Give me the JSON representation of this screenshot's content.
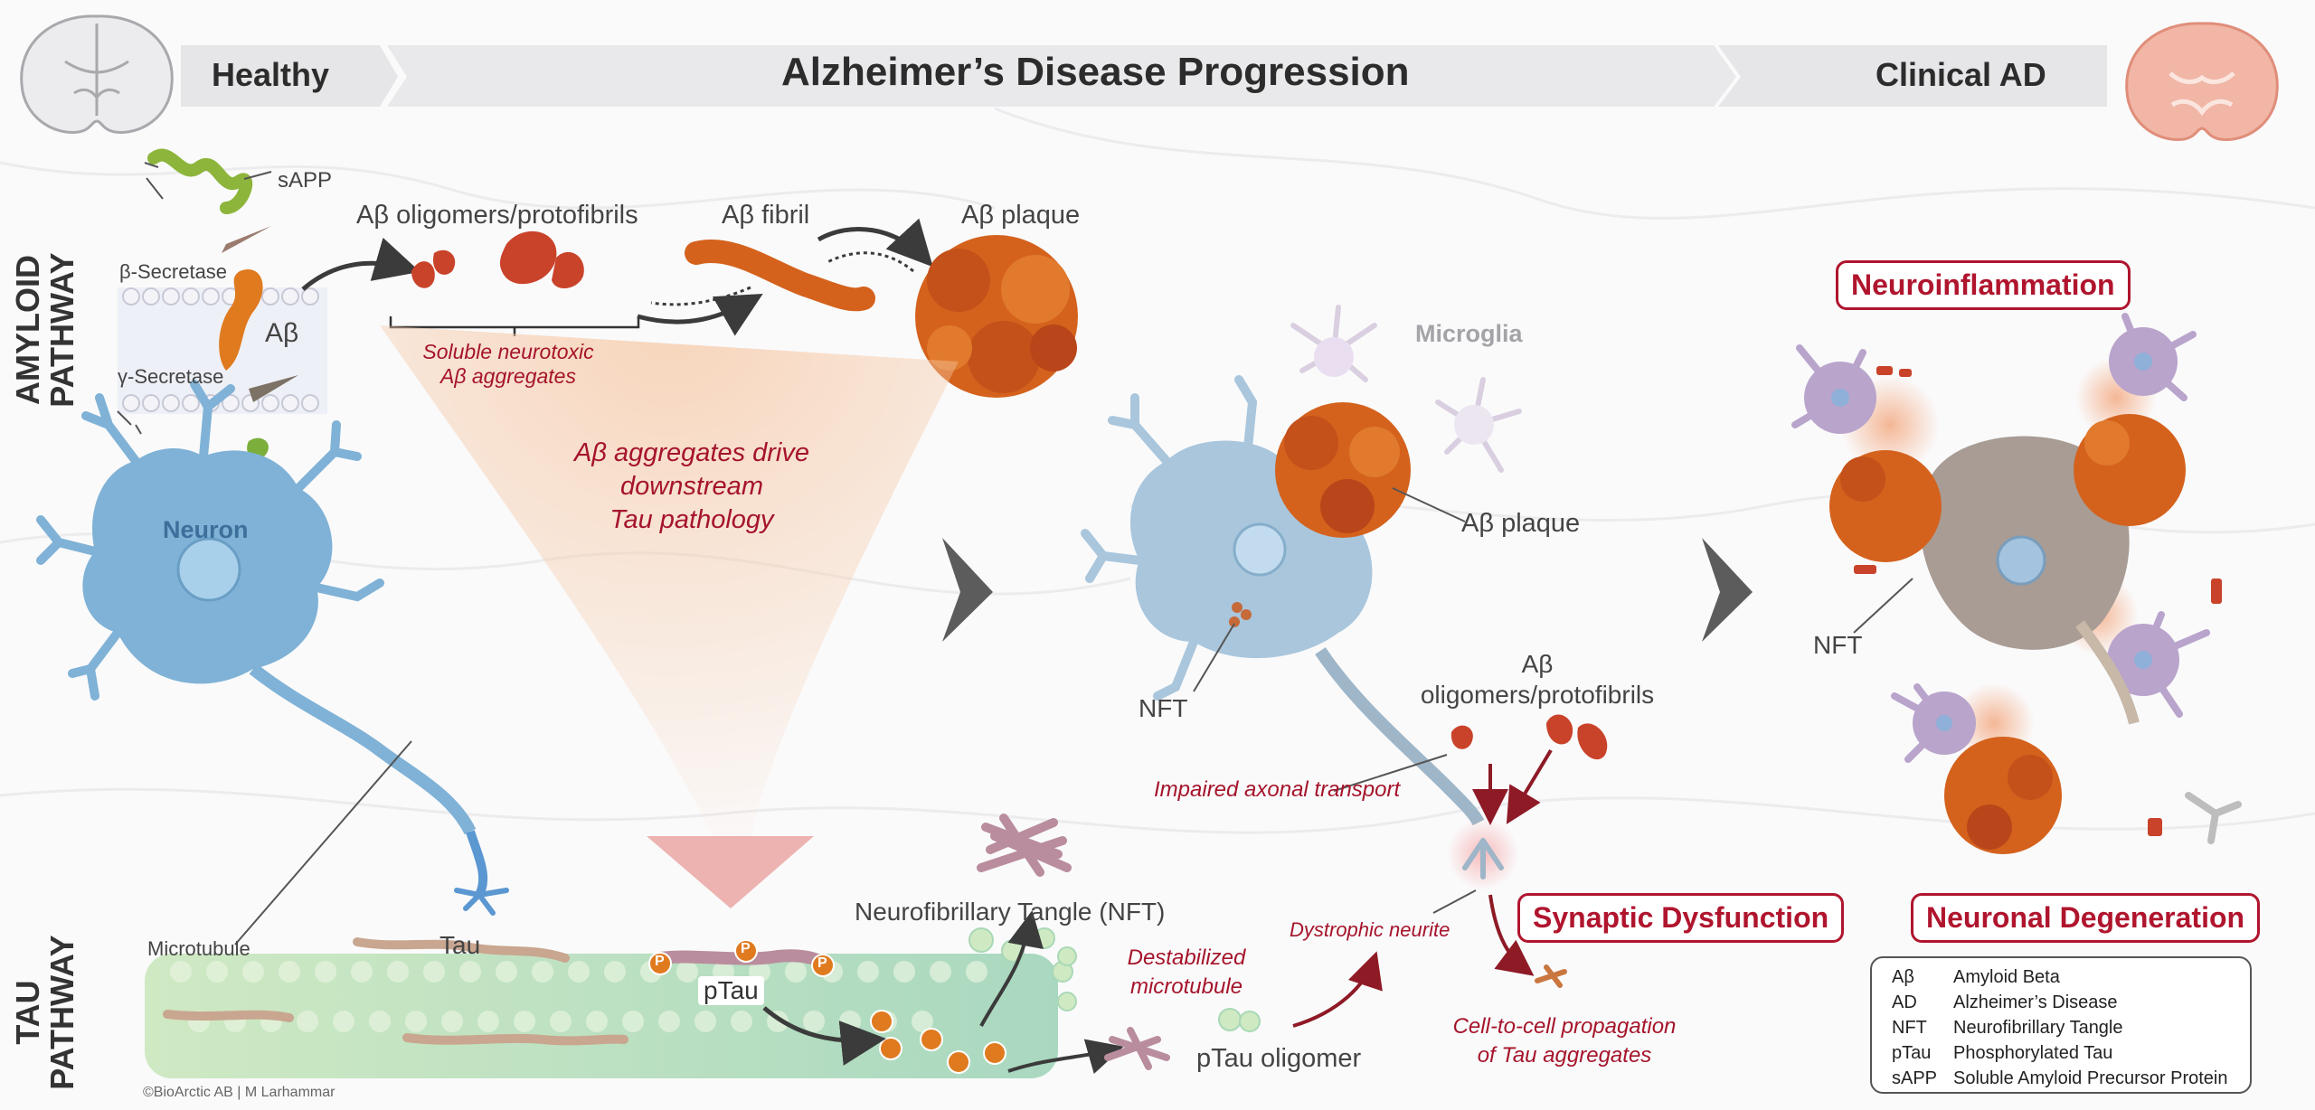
{
  "banner": {
    "healthy": "Healthy",
    "title": "Alzheimer’s Disease Progression",
    "clinical": "Clinical AD"
  },
  "pathways": {
    "amyloid_line1": "AMYLOID",
    "amyloid_line2": "PATHWAY",
    "tau_line1": "TAU",
    "tau_line2": "PATHWAY"
  },
  "amyloid": {
    "sapp": "sAPP",
    "beta_secretase": "β-Secretase",
    "gamma_secretase": "γ-Secretase",
    "abeta": "Aβ",
    "oligomers": "Aβ oligomers/protofibrils",
    "fibril": "Aβ fibril",
    "plaque": "Aβ plaque",
    "soluble_line1": "Soluble neurotoxic",
    "soluble_line2": "Aβ aggregates",
    "drive_line1": "Aβ aggregates drive",
    "drive_line2": "downstream",
    "drive_line3": "Tau pathology"
  },
  "neuron": {
    "label": "Neuron"
  },
  "middle": {
    "microglia": "Microglia",
    "plaque": "Aβ plaque",
    "nft": "NFT",
    "oligomers_line1": "Aβ",
    "oligomers_line2": "oligomers/protofibrils",
    "impaired": "Impaired axonal transport",
    "dystrophic": "Dystrophic neurite",
    "synaptic": "Synaptic Dysfunction",
    "propagation_line1": "Cell-to-cell propagation",
    "propagation_line2": "of Tau aggregates"
  },
  "tau": {
    "microtubule": "Microtubule",
    "tau": "Tau",
    "ptau": "pTau",
    "nft_full": "Neurofibrillary Tangle (NFT)",
    "destab_line1": "Destabilized",
    "destab_line2": "microtubule",
    "oligomer": "pTau oligomer",
    "p_marker": "P"
  },
  "right": {
    "neuroinflammation": "Neuroinflammation",
    "nft": "NFT",
    "degeneration": "Neuronal Degeneration"
  },
  "legend": {
    "rows": [
      {
        "abbr": "Aβ",
        "full": "Amyloid Beta"
      },
      {
        "abbr": "AD",
        "full": "Alzheimer’s Disease"
      },
      {
        "abbr": "NFT",
        "full": "Neurofibrillary Tangle"
      },
      {
        "abbr": "pTau",
        "full": "Phosphorylated Tau"
      },
      {
        "abbr": "sAPP",
        "full": "Soluble Amyloid Precursor Protein"
      }
    ]
  },
  "credit": "©BioArctic AB | M Larhammar",
  "colors": {
    "accent_red": "#a5142a",
    "neuron_blue": "#7fb2d6",
    "amyloid_orange": "#d4621d",
    "microglia_purple": "#b9a4cc",
    "microtubule_green": "#bfe0b0",
    "banner_gray": "#e6e6e8"
  }
}
